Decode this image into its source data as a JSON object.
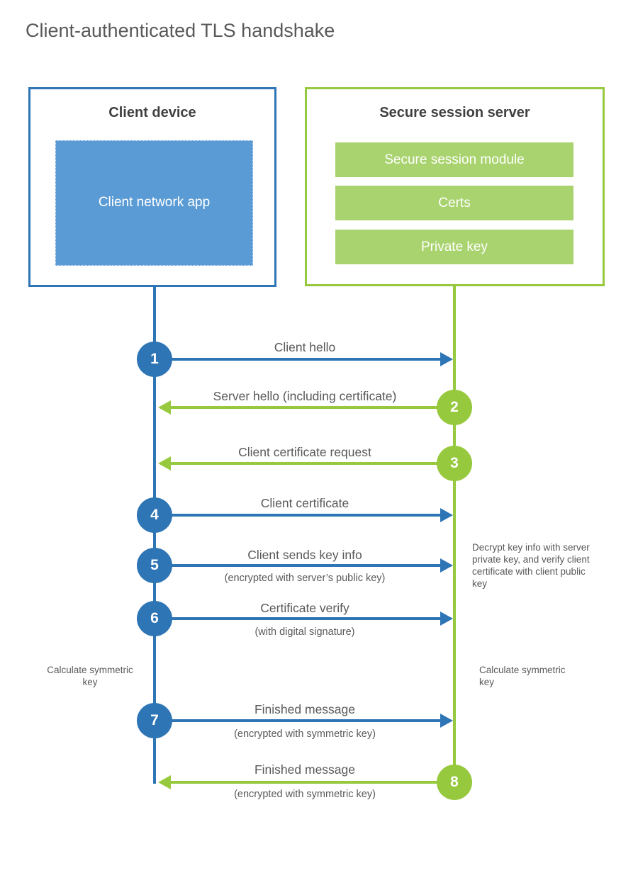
{
  "page": {
    "title": "Client-authenticated TLS handshake"
  },
  "colors": {
    "blue_accent": "#2E75B5",
    "blue_fill": "#5B9BD5",
    "green_accent": "#97C93E",
    "green_fill": "#A9D36E",
    "heading_text": "#3F4040",
    "label_text": "#595959"
  },
  "client_box": {
    "title": "Client device",
    "app_label": "Client network app"
  },
  "server_box": {
    "title": "Secure session server",
    "modules": [
      "Secure session module",
      "Certs",
      "Private key"
    ]
  },
  "steps": [
    {
      "n": "1",
      "direction": "client-to-server",
      "label": "Client hello"
    },
    {
      "n": "2",
      "direction": "server-to-client",
      "label": "Server hello (including certificate)"
    },
    {
      "n": "3",
      "direction": "server-to-client",
      "label": "Client certificate request"
    },
    {
      "n": "4",
      "direction": "client-to-server",
      "label": "Client certificate"
    },
    {
      "n": "5",
      "direction": "client-to-server",
      "label": "Client sends key info",
      "sub": "(encrypted with server’s public key)"
    },
    {
      "n": "6",
      "direction": "client-to-server",
      "label": "Certificate verify",
      "sub": "(with digital signature)"
    },
    {
      "n": "7",
      "direction": "client-to-server",
      "label": "Finished message",
      "sub": "(encrypted with symmetric key)"
    },
    {
      "n": "8",
      "direction": "server-to-client",
      "label": "Finished message",
      "sub": "(encrypted with symmetric key)"
    }
  ],
  "annotations": {
    "decrypt_note": "Decrypt key info with server private key, and verify client certificate with client public key",
    "calc_left": "Calculate symmetric key",
    "calc_right": "Calculate symmetric key"
  }
}
